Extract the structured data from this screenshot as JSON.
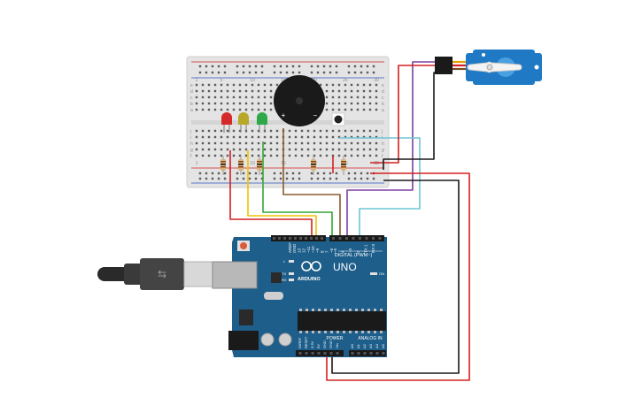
{
  "arduino": {
    "brand": "ARDUINO",
    "model": "UNO",
    "digital_label": "DIGITAL (PWM~)",
    "power_label": "POWER",
    "analog_label": "ANALOG IN",
    "on_label": "ON",
    "l_label": "L",
    "tx_label": "TX",
    "rx_label": "RX",
    "top_pins": [
      "AREF",
      "GND",
      "13",
      "12",
      "~11",
      "~10",
      "~9",
      "8",
      "7",
      "~6",
      "~5",
      "4",
      "~3",
      "2",
      "TX 1",
      "RX 0"
    ],
    "power_pins": [
      "IOREF",
      "RESET",
      "3.3V",
      "5V",
      "GND",
      "GND",
      "Vin"
    ],
    "analog_pins": [
      "A0",
      "A1",
      "A2",
      "A3",
      "A4",
      "A5"
    ]
  },
  "breadboard": {
    "column_numbers": [
      "1",
      "5",
      "10",
      "15",
      "20",
      "25",
      "30"
    ],
    "row_letters_top": [
      "a",
      "b",
      "c",
      "d",
      "e"
    ],
    "row_letters_bottom": [
      "f",
      "g",
      "h",
      "i",
      "j"
    ]
  },
  "buzzer": {
    "plus": "+",
    "minus": "−"
  },
  "leds": [
    {
      "color": "#d62a2a"
    },
    {
      "color": "#b8a82a"
    },
    {
      "color": "#2fa84a"
    }
  ],
  "colors": {
    "board": "#1d5e8a",
    "wire_red": "#d32020",
    "wire_yellow": "#f2c200",
    "wire_green": "#32a832",
    "wire_brown": "#8b5a2b",
    "wire_purple": "#7b3fa0",
    "wire_cyan": "#6cc5d6",
    "wire_black": "#1a1a1a",
    "servo": "#1f79c4"
  }
}
